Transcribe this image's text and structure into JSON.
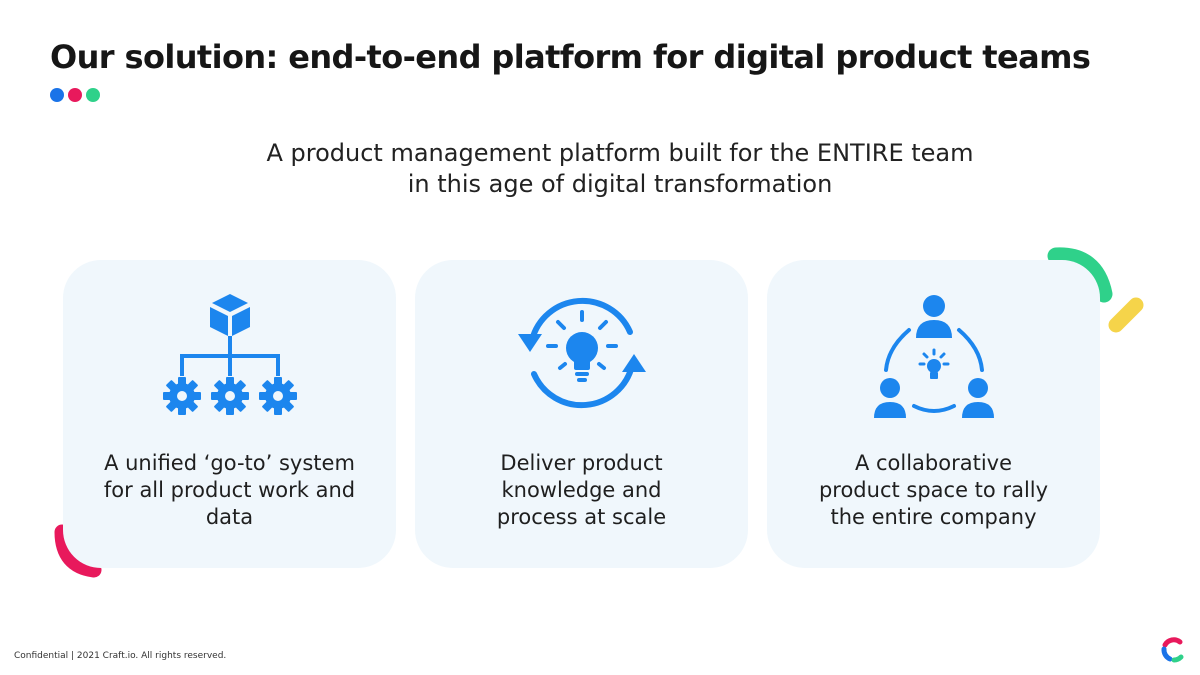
{
  "slide": {
    "title": "Our solution: end-to-end platform for digital product teams",
    "subtitle_line1": "A product management platform built for the ENTIRE team",
    "subtitle_line2": "in this age of digital transformation"
  },
  "cards": [
    {
      "icon": "hierarchy-gears-icon",
      "lines": [
        "A unified ‘go-to’ system",
        "for all product work and",
        "data"
      ]
    },
    {
      "icon": "lightbulb-cycle-icon",
      "lines": [
        "Deliver product",
        "knowledge and",
        "process at scale"
      ]
    },
    {
      "icon": "team-collaboration-icon",
      "lines": [
        "A collaborative",
        "product space to rally",
        "the entire company"
      ]
    }
  ],
  "footer": {
    "text": "Confidential  |  2021 Craft.io. All rights reserved."
  },
  "colors": {
    "accent_blue": "#1a73e8",
    "accent_pink": "#e8195c",
    "accent_green": "#2fd18a",
    "accent_yellow": "#f5d44a",
    "card_bg": "#f0f7fc",
    "icon_blue": "#1c86ee"
  }
}
